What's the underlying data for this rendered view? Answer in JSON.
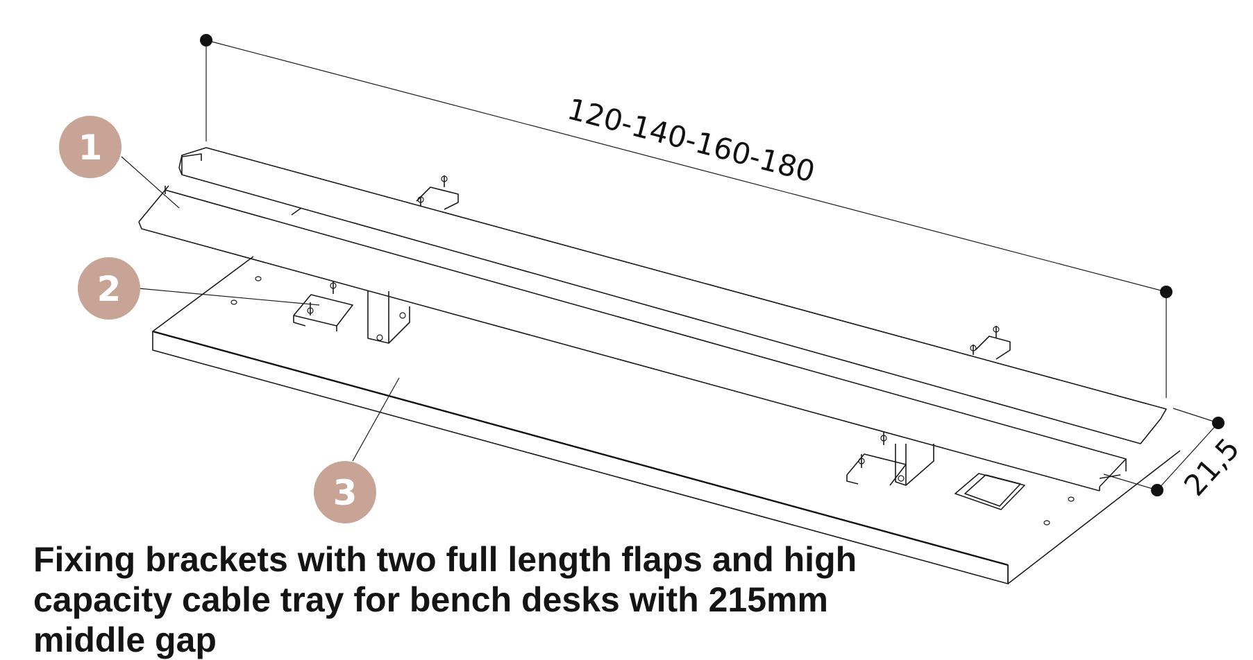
{
  "caption": "Fixing brackets with two full length flaps and high capacity cable tray for bench desks with 215mm middle gap",
  "dimensions": {
    "length_label": "120-140-160-180",
    "depth_label": "21,5"
  },
  "callouts": [
    "1",
    "2",
    "3"
  ],
  "colors": {
    "callout": "#c8a497",
    "line": "#1a1a1a",
    "text": "#141414"
  }
}
